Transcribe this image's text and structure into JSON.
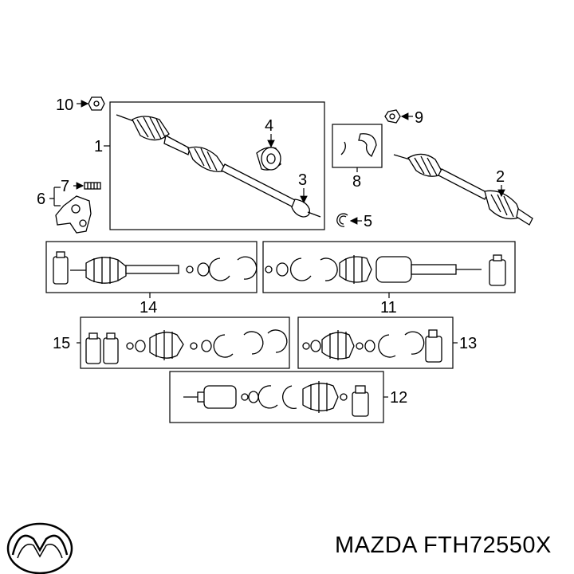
{
  "callouts": {
    "c1": "1",
    "c2": "2",
    "c3": "3",
    "c4": "4",
    "c5": "5",
    "c6": "6",
    "c7": "7",
    "c8": "8",
    "c9": "9",
    "c10": "10",
    "c11": "11",
    "c12": "12",
    "c13": "13",
    "c14": "14",
    "c15": "15"
  },
  "caption": "MAZDA FTH72550X",
  "brand_logo": "mazda-logo"
}
